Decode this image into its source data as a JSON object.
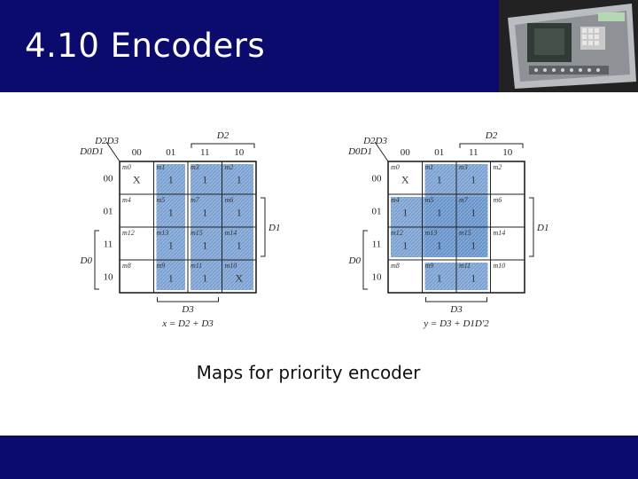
{
  "slide": {
    "title": "4.10 Encoders",
    "caption": "Maps for priority encoder",
    "colors": {
      "header": "#0b0b6e",
      "shade": "#4f82c0"
    }
  },
  "maps": [
    {
      "corner_top": "D2D3",
      "corner_left": "D0D1",
      "col_headers": [
        "00",
        "01",
        "11",
        "10"
      ],
      "row_headers": [
        "00",
        "01",
        "11",
        "10"
      ],
      "top_var": "D2",
      "right_var": "D1",
      "left_var": "D0",
      "bottom_var": "D3",
      "cells": [
        [
          "m0",
          "X",
          "m1",
          "1",
          "m3",
          "1",
          "m2",
          "1"
        ],
        [
          "m4",
          "",
          "m5",
          "1",
          "m7",
          "1",
          "m6",
          "1"
        ],
        [
          "m12",
          "",
          "m13",
          "1",
          "m15",
          "1",
          "m14",
          "1"
        ],
        [
          "m8",
          "",
          "m9",
          "1",
          "m11",
          "1",
          "m10",
          "X"
        ]
      ],
      "equation": "x = D2 + D3"
    },
    {
      "corner_top": "D2D3",
      "corner_left": "D0D1",
      "col_headers": [
        "00",
        "01",
        "11",
        "10"
      ],
      "row_headers": [
        "00",
        "01",
        "11",
        "10"
      ],
      "top_var": "D2",
      "right_var": "D1",
      "left_var": "D0",
      "bottom_var": "D3",
      "cells": [
        [
          "m0",
          "X",
          "m1",
          "1",
          "m3",
          "1",
          "m2",
          ""
        ],
        [
          "m4",
          "1",
          "m5",
          "1",
          "m7",
          "1",
          "m6",
          ""
        ],
        [
          "m12",
          "1",
          "m13",
          "1",
          "m15",
          "1",
          "m14",
          ""
        ],
        [
          "m8",
          "",
          "m9",
          "1",
          "m11",
          "1",
          "m10",
          ""
        ]
      ],
      "equation": "y = D3 + D1D'2"
    }
  ]
}
